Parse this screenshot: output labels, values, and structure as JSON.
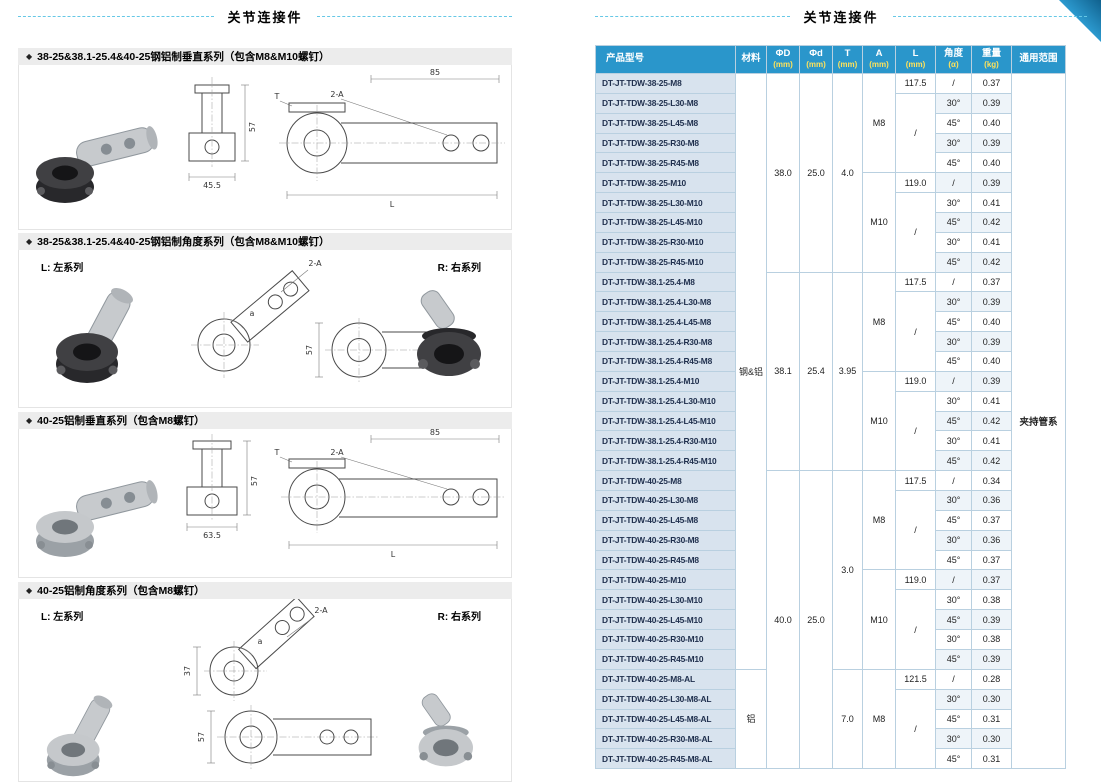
{
  "page": {
    "left_title": "关节连接件",
    "right_title": "关节连接件"
  },
  "colors": {
    "header-blue": "#2a96cb",
    "unit-yellow": "#ffe25a",
    "model-bg": "#d8e3ee",
    "accent-dash": "#66c8e6",
    "corner-blue": "#2fa0d6"
  },
  "sections": [
    {
      "bullet": "◆",
      "title": "38-25&38.1-25.4&40-25钢铝制垂直系列（包含M8&M10螺钉）",
      "dims": {
        "top_width": "85",
        "callout": "2-A",
        "plate": "T",
        "base": "45.5",
        "height": "57",
        "length": "L"
      }
    },
    {
      "bullet": "◆",
      "title": "38-25&38.1-25.4&40-25钢铝制角度系列（包含M8&M10螺钉）",
      "left_label": "L: 左系列",
      "right_label": "R: 右系列",
      "dims": {
        "callout": "2-A",
        "angle": "a",
        "height": "57"
      }
    },
    {
      "bullet": "◆",
      "title": "40-25铝制垂直系列（包含M8螺钉）",
      "dims": {
        "top_width": "85",
        "callout": "2-A",
        "plate": "T",
        "base": "63.5",
        "height": "57",
        "length": "L"
      }
    },
    {
      "bullet": "◆",
      "title": "40-25铝制角度系列（包含M8螺钉）",
      "left_label": "L: 左系列",
      "right_label": "R: 右系列",
      "dims": {
        "callout": "2-A",
        "angle": "a",
        "height": "57",
        "side": "37"
      }
    }
  ],
  "table": {
    "headers": [
      {
        "label": "产品型号",
        "unit": ""
      },
      {
        "label": "材料",
        "unit": ""
      },
      {
        "label": "ΦD",
        "unit": "(mm)"
      },
      {
        "label": "Φd",
        "unit": "(mm)"
      },
      {
        "label": "T",
        "unit": "(mm)"
      },
      {
        "label": "A",
        "unit": "(mm)"
      },
      {
        "label": "L",
        "unit": "(mm)"
      },
      {
        "label": "角度",
        "unit": "(α)"
      },
      {
        "label": "重量",
        "unit": "(kg)"
      },
      {
        "label": "通用范围",
        "unit": ""
      }
    ],
    "rows": [
      {
        "model": "DT-JT-TDW-38-25-M8",
        "angle": "/",
        "weight": "0.37"
      },
      {
        "model": "DT-JT-TDW-38-25-L30-M8",
        "angle": "30°",
        "weight": "0.39"
      },
      {
        "model": "DT-JT-TDW-38-25-L45-M8",
        "angle": "45°",
        "weight": "0.40"
      },
      {
        "model": "DT-JT-TDW-38-25-R30-M8",
        "angle": "30°",
        "weight": "0.39"
      },
      {
        "model": "DT-JT-TDW-38-25-R45-M8",
        "angle": "45°",
        "weight": "0.40"
      },
      {
        "model": "DT-JT-TDW-38-25-M10",
        "angle": "/",
        "weight": "0.39"
      },
      {
        "model": "DT-JT-TDW-38-25-L30-M10",
        "angle": "30°",
        "weight": "0.41"
      },
      {
        "model": "DT-JT-TDW-38-25-L45-M10",
        "angle": "45°",
        "weight": "0.42"
      },
      {
        "model": "DT-JT-TDW-38-25-R30-M10",
        "angle": "30°",
        "weight": "0.41"
      },
      {
        "model": "DT-JT-TDW-38-25-R45-M10",
        "angle": "45°",
        "weight": "0.42"
      },
      {
        "model": "DT-JT-TDW-38.1-25.4-M8",
        "angle": "/",
        "weight": "0.37"
      },
      {
        "model": "DT-JT-TDW-38.1-25.4-L30-M8",
        "angle": "30°",
        "weight": "0.39"
      },
      {
        "model": "DT-JT-TDW-38.1-25.4-L45-M8",
        "angle": "45°",
        "weight": "0.40"
      },
      {
        "model": "DT-JT-TDW-38.1-25.4-R30-M8",
        "angle": "30°",
        "weight": "0.39"
      },
      {
        "model": "DT-JT-TDW-38.1-25.4-R45-M8",
        "angle": "45°",
        "weight": "0.40"
      },
      {
        "model": "DT-JT-TDW-38.1-25.4-M10",
        "angle": "/",
        "weight": "0.39"
      },
      {
        "model": "DT-JT-TDW-38.1-25.4-L30-M10",
        "angle": "30°",
        "weight": "0.41"
      },
      {
        "model": "DT-JT-TDW-38.1-25.4-L45-M10",
        "angle": "45°",
        "weight": "0.42"
      },
      {
        "model": "DT-JT-TDW-38.1-25.4-R30-M10",
        "angle": "30°",
        "weight": "0.41"
      },
      {
        "model": "DT-JT-TDW-38.1-25.4-R45-M10",
        "angle": "45°",
        "weight": "0.42"
      },
      {
        "model": "DT-JT-TDW-40-25-M8",
        "angle": "/",
        "weight": "0.34"
      },
      {
        "model": "DT-JT-TDW-40-25-L30-M8",
        "angle": "30°",
        "weight": "0.36"
      },
      {
        "model": "DT-JT-TDW-40-25-L45-M8",
        "angle": "45°",
        "weight": "0.37"
      },
      {
        "model": "DT-JT-TDW-40-25-R30-M8",
        "angle": "30°",
        "weight": "0.36"
      },
      {
        "model": "DT-JT-TDW-40-25-R45-M8",
        "angle": "45°",
        "weight": "0.37"
      },
      {
        "model": "DT-JT-TDW-40-25-M10",
        "angle": "/",
        "weight": "0.37"
      },
      {
        "model": "DT-JT-TDW-40-25-L30-M10",
        "angle": "30°",
        "weight": "0.38"
      },
      {
        "model": "DT-JT-TDW-40-25-L45-M10",
        "angle": "45°",
        "weight": "0.39"
      },
      {
        "model": "DT-JT-TDW-40-25-R30-M10",
        "angle": "30°",
        "weight": "0.38"
      },
      {
        "model": "DT-JT-TDW-40-25-R45-M10",
        "angle": "45°",
        "weight": "0.39"
      },
      {
        "model": "DT-JT-TDW-40-25-M8-AL",
        "angle": "/",
        "weight": "0.28"
      },
      {
        "model": "DT-JT-TDW-40-25-L30-M8-AL",
        "angle": "30°",
        "weight": "0.30"
      },
      {
        "model": "DT-JT-TDW-40-25-L45-M8-AL",
        "angle": "45°",
        "weight": "0.31"
      },
      {
        "model": "DT-JT-TDW-40-25-R30-M8-AL",
        "angle": "30°",
        "weight": "0.30"
      },
      {
        "model": "DT-JT-TDW-40-25-R45-M8-AL",
        "angle": "45°",
        "weight": "0.31"
      }
    ],
    "merges": {
      "material": [
        {
          "start": 0,
          "span": 30,
          "value": "钢&铝"
        },
        {
          "start": 30,
          "span": 5,
          "value": "铝"
        }
      ],
      "phiD": [
        {
          "start": 0,
          "span": 10,
          "value": "38.0"
        },
        {
          "start": 10,
          "span": 10,
          "value": "38.1"
        },
        {
          "start": 20,
          "span": 15,
          "value": "40.0"
        }
      ],
      "phid": [
        {
          "start": 0,
          "span": 10,
          "value": "25.0"
        },
        {
          "start": 10,
          "span": 10,
          "value": "25.4"
        },
        {
          "start": 20,
          "span": 15,
          "value": "25.0"
        }
      ],
      "t": [
        {
          "start": 0,
          "span": 10,
          "value": "4.0"
        },
        {
          "start": 10,
          "span": 10,
          "value": "3.95"
        },
        {
          "start": 20,
          "span": 10,
          "value": "3.0"
        },
        {
          "start": 30,
          "span": 5,
          "value": "7.0"
        }
      ],
      "a": [
        {
          "start": 0,
          "span": 5,
          "value": "M8"
        },
        {
          "start": 5,
          "span": 5,
          "value": "M10"
        },
        {
          "start": 10,
          "span": 5,
          "value": "M8"
        },
        {
          "start": 15,
          "span": 5,
          "value": "M10"
        },
        {
          "start": 20,
          "span": 5,
          "value": "M8"
        },
        {
          "start": 25,
          "span": 5,
          "value": "M10"
        },
        {
          "start": 30,
          "span": 5,
          "value": "M8"
        }
      ],
      "l": [
        {
          "start": 0,
          "span": 1,
          "value": "117.5"
        },
        {
          "start": 1,
          "span": 4,
          "value": "/"
        },
        {
          "start": 5,
          "span": 1,
          "value": "119.0"
        },
        {
          "start": 6,
          "span": 4,
          "value": "/"
        },
        {
          "start": 10,
          "span": 1,
          "value": "117.5"
        },
        {
          "start": 11,
          "span": 4,
          "value": "/"
        },
        {
          "start": 15,
          "span": 1,
          "value": "119.0"
        },
        {
          "start": 16,
          "span": 4,
          "value": "/"
        },
        {
          "start": 20,
          "span": 1,
          "value": "117.5"
        },
        {
          "start": 21,
          "span": 4,
          "value": "/"
        },
        {
          "start": 25,
          "span": 1,
          "value": "119.0"
        },
        {
          "start": 26,
          "span": 4,
          "value": "/"
        },
        {
          "start": 30,
          "span": 1,
          "value": "121.5"
        },
        {
          "start": 31,
          "span": 4,
          "value": "/"
        }
      ],
      "range": [
        {
          "start": 0,
          "span": 35,
          "value": "夹持管系"
        }
      ]
    }
  }
}
